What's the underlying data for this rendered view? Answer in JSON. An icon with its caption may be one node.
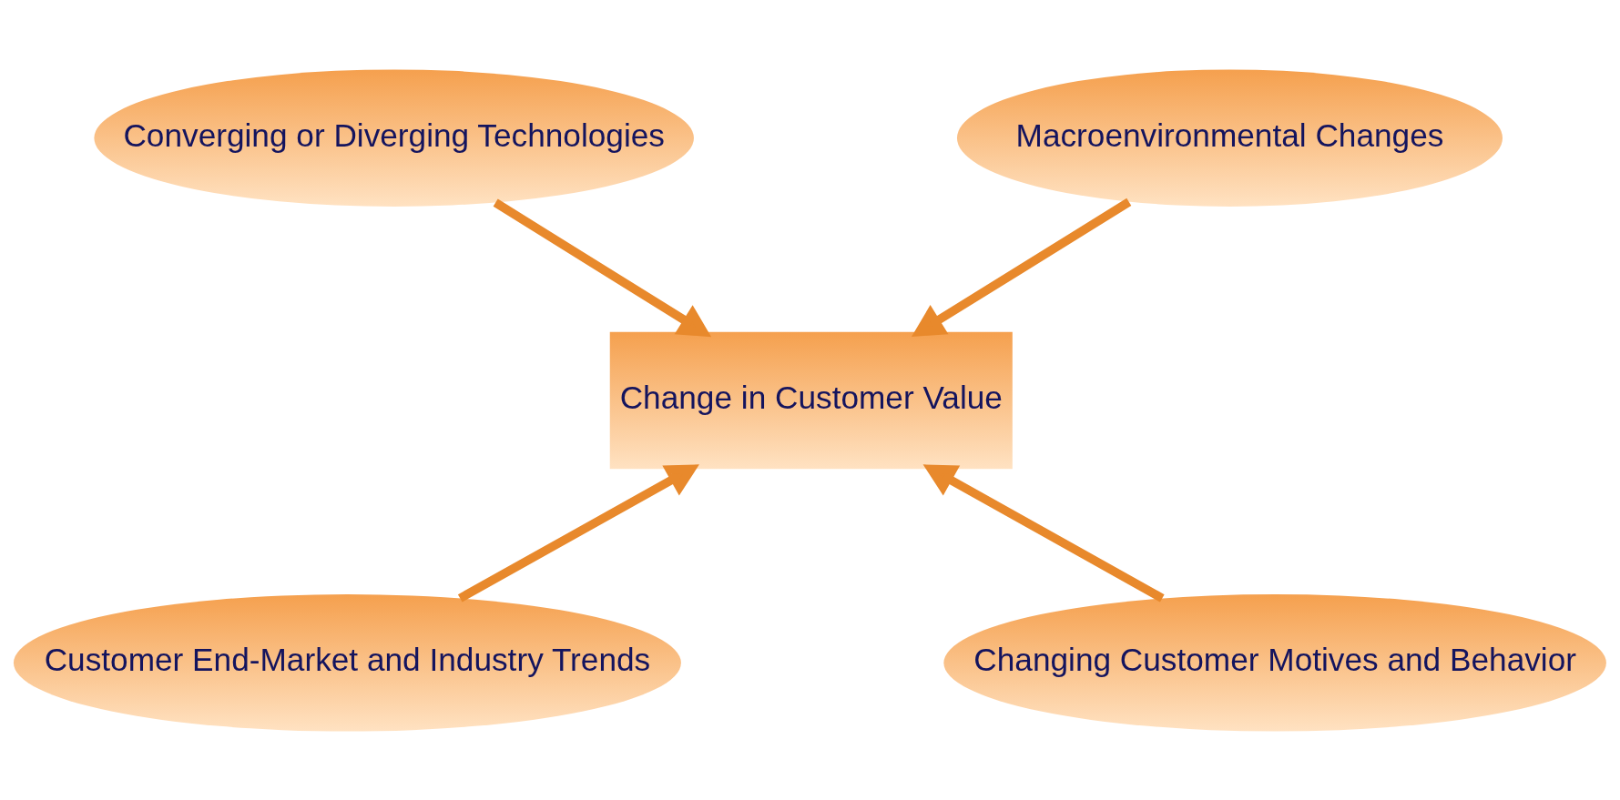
{
  "diagram": {
    "nodes": [
      {
        "text": [
          "Change in Customer Value"
        ]
      },
      {
        "text": [
          "Converging or Diverging Technologies"
        ]
      },
      {
        "text": [
          "Macroenvironmental Changes"
        ]
      },
      {
        "text": [
          "Customer End-Market and Industry Trends"
        ]
      },
      {
        "text": [
          "Changing Customer Motives and Behavior"
        ]
      }
    ],
    "edges": [
      {
        "from": 1,
        "to": 0,
        "arrow": "to"
      },
      {
        "from": 2,
        "to": 0,
        "arrow": "to"
      },
      {
        "from": 3,
        "to": 0,
        "arrow": "to"
      },
      {
        "from": 4,
        "to": 0,
        "arrow": "to"
      }
    ]
  }
}
